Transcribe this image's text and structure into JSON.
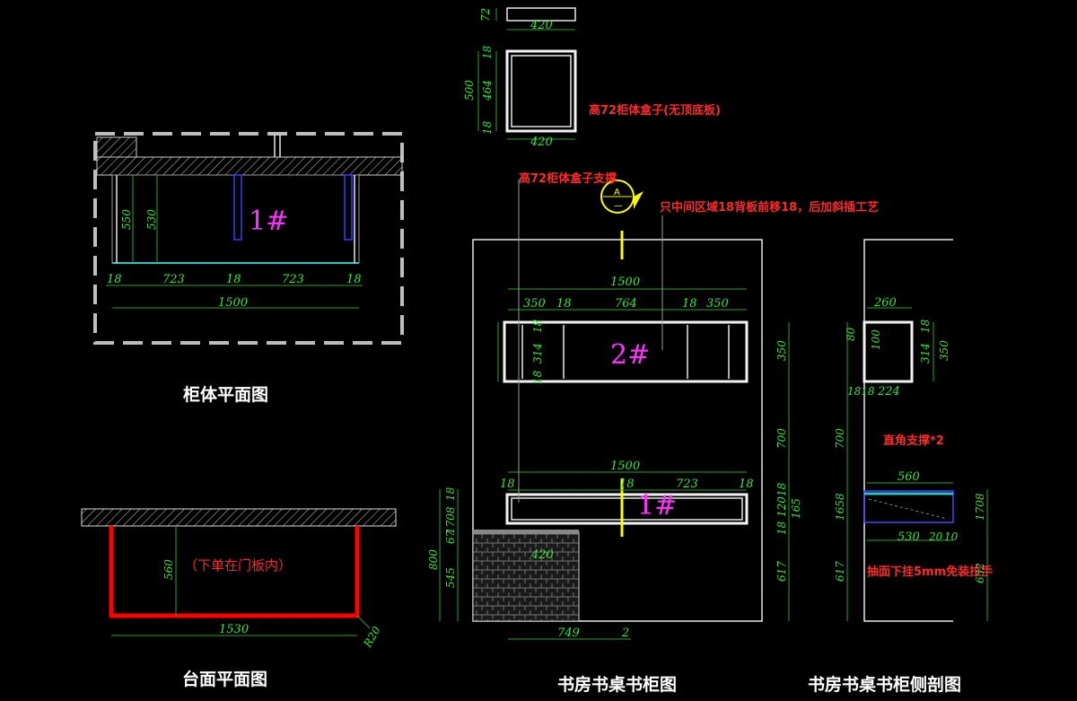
{
  "titles": {
    "cabinet_plan": "柜体平面图",
    "top_plan": "台面平面图",
    "elevation": "书房书桌书柜图",
    "section": "书房书桌书柜侧剖图"
  },
  "labels": {
    "box_note": "高72柜体盒子(无顶底板)",
    "support_note": "高72柜体盒子支撑",
    "back_note": "只中间区域18背板前移18，后加斜插工艺",
    "door_note": "（下单在门板内）",
    "corner_note": "直角支撑*2",
    "drawer_note": "抽面下挂5mm免装拉手",
    "section_mark_top": "A",
    "section_mark_bottom": "—",
    "tag_1": "1#",
    "tag_2": "2#",
    "tag_1b": "1#"
  },
  "dims": {
    "box_h": "72",
    "box_w_top": "420",
    "box_18a": "18",
    "box_500": "500",
    "box_464": "464",
    "box_18b": "18",
    "box_w_bot": "420",
    "plan_550": "550",
    "plan_530": "530",
    "plan_18a": "18",
    "plan_723a": "723",
    "plan_18b": "18",
    "plan_723b": "723",
    "plan_18c": "18",
    "plan_1500": "1500",
    "top_560": "560",
    "top_1530": "1530",
    "top_r20": "R20",
    "el_1500a": "1500",
    "el_350a": "350",
    "el_18a": "18",
    "el_764": "764",
    "el_18b": "18",
    "el_350b": "350",
    "el_18c": "18",
    "el_314": "314",
    "el_18d": "18",
    "el_1500b": "1500",
    "el_18e": "18",
    "el_18f": "18",
    "el_723": "723",
    "el_18g": "18",
    "el_420": "420",
    "el_749": "749",
    "el_2": "2",
    "el_r350": "350",
    "el_r700": "700",
    "el_r18a": "18",
    "el_r120": "120",
    "el_r18b": "18",
    "el_r165": "165",
    "el_r617": "617",
    "el_l18": "18",
    "el_l1708": "1708",
    "el_l67": "67",
    "el_l800": "800",
    "el_l545": "545",
    "se_260": "260",
    "se_80": "80",
    "se_100": "100",
    "se_18": "18",
    "se_314": "314",
    "se_350": "350",
    "se_1818": "1818",
    "se_224": "224",
    "se_700": "700",
    "se_560": "560",
    "se_1658": "1658",
    "se_530": "530",
    "se_20": "20",
    "se_10": "10",
    "se_1708": "1708",
    "se_617": "617",
    "se_632": "632"
  }
}
